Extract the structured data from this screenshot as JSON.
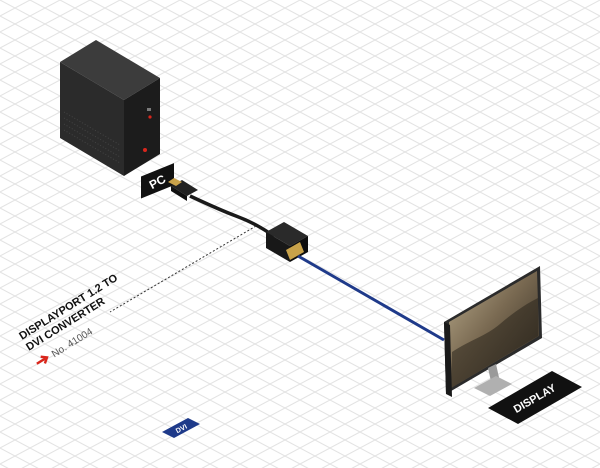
{
  "labels": {
    "pc": "PC",
    "display": "DISPLAY",
    "product_line1": "DISPLAYPORT 1.2 TO",
    "product_line2": "DVI CONVERTER",
    "product_number": "No. 41004",
    "signal_badge": "DVI"
  },
  "icons": {
    "arrow": "red-arrow-icon"
  },
  "colors": {
    "grid": "#e3e3e3",
    "label_bg": "#111111",
    "label_text": "#ffffff",
    "accent_red": "#d9261c",
    "dvi_cable": "#1f3a8a",
    "dvi_badge": "#1e3a8a",
    "dp_cable": "#1a1a1a",
    "dvi_plug": "#c8a24a"
  }
}
